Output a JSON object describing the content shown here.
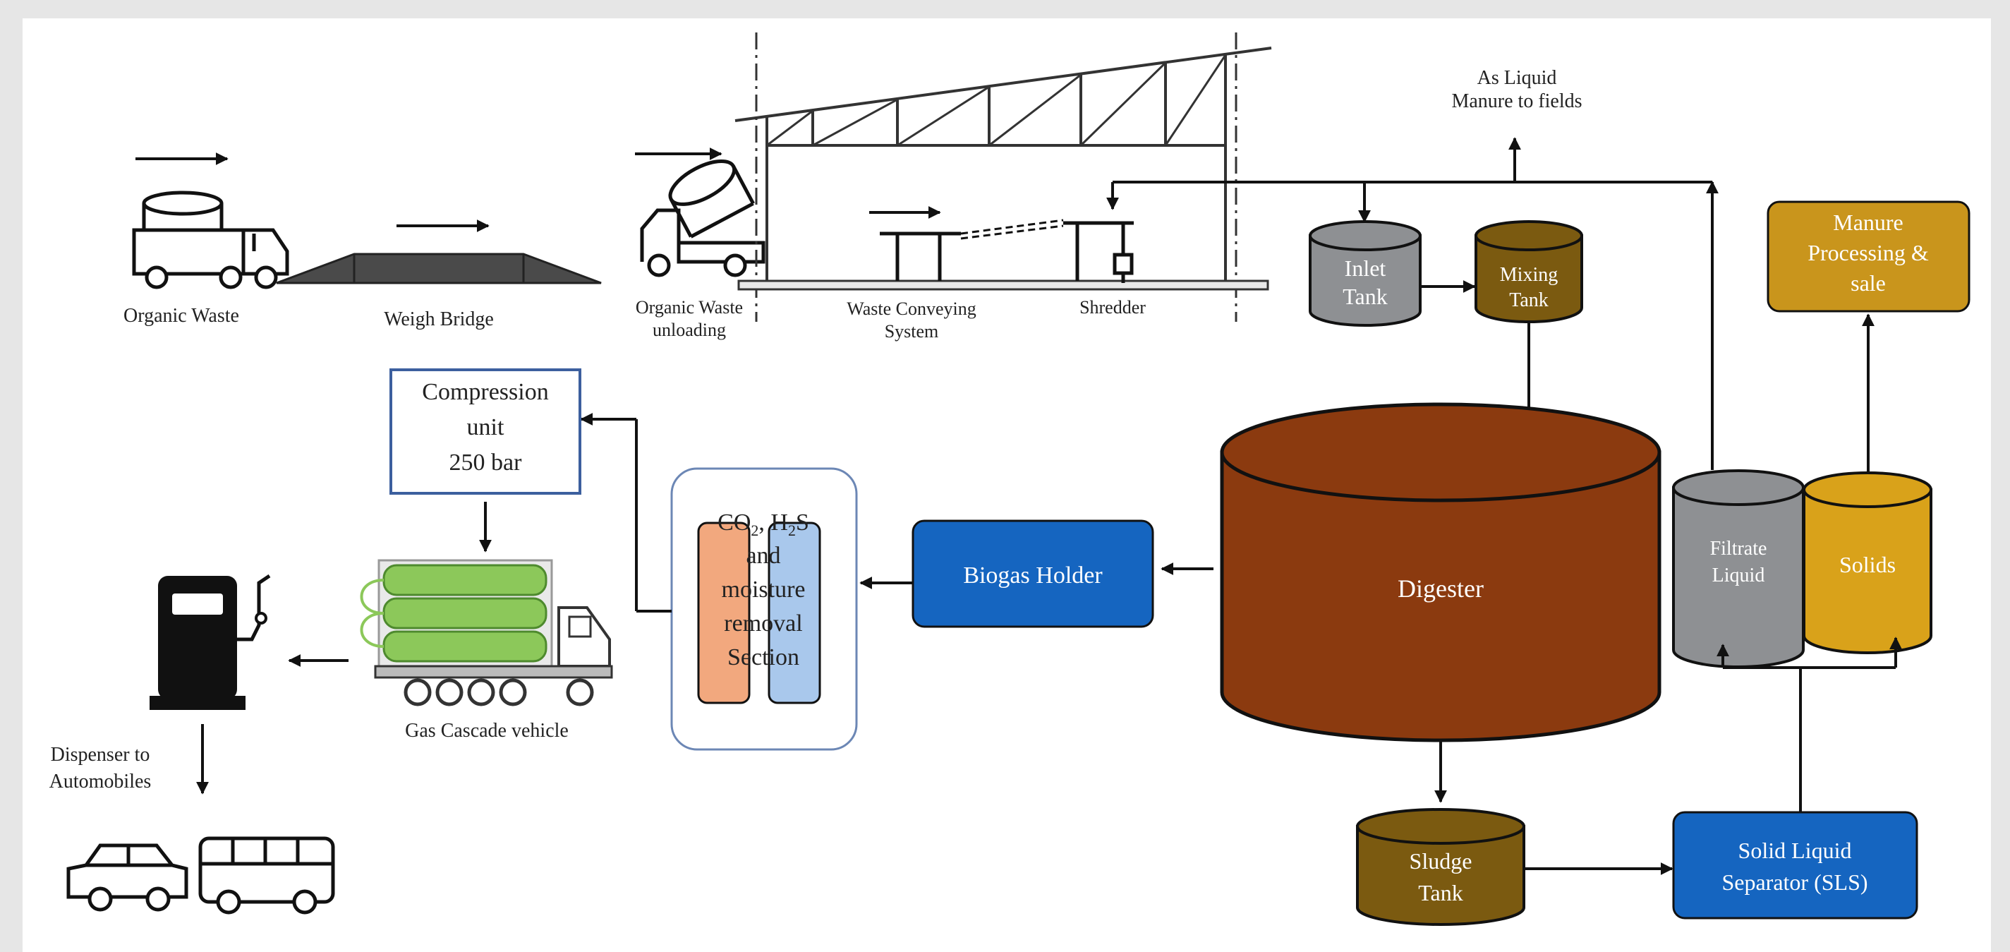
{
  "labels": {
    "organic_waste": "Organic Waste",
    "weigh_bridge": "Weigh Bridge",
    "unloading_1": "Organic Waste",
    "unloading_2": "unloading",
    "conveying_1": "Waste Conveying",
    "conveying_2": "System",
    "shredder": "Shredder",
    "liquid_manure_1": "As Liquid",
    "liquid_manure_2": "Manure to fields",
    "inlet_tank_1": "Inlet",
    "inlet_tank_2": "Tank",
    "mixing_tank_1": "Mixing",
    "mixing_tank_2": "Tank",
    "manure_processing_1": "Manure",
    "manure_processing_2": "Processing &",
    "manure_processing_3": "sale",
    "compression_1": "Compression",
    "compression_2": "unit",
    "compression_3": "250 bar",
    "removal_1": "and",
    "removal_2": "moisture",
    "removal_3": "removal",
    "removal_4": "Section",
    "biogas_holder": "Biogas Holder",
    "digester": "Digester",
    "filtrate_1": "Filtrate",
    "filtrate_2": "Liquid",
    "solids": "Solids",
    "gas_cascade": "Gas Cascade vehicle",
    "dispenser_1": "Dispenser to",
    "dispenser_2": "Automobiles",
    "sludge_1": "Sludge",
    "sludge_2": "Tank",
    "sls_1": "Solid Liquid",
    "sls_2": "Separator (SLS)"
  },
  "removal_formula": {
    "co": "CO",
    "co_sub": "2",
    "sep": ", H",
    "h_sub": "2",
    "s": "S"
  },
  "colors": {
    "digester": "#8B3A0F",
    "brown_tank": "#7B5A10",
    "gold_box": "#C9951C",
    "gold_tank": "#D9A21A",
    "gray_tank": "#8E9093",
    "blue_box": "#1565C0",
    "orange_column": "#F2A87E",
    "light_blue_column": "#A9C8EC",
    "cascade_green": "#8CC85A"
  }
}
